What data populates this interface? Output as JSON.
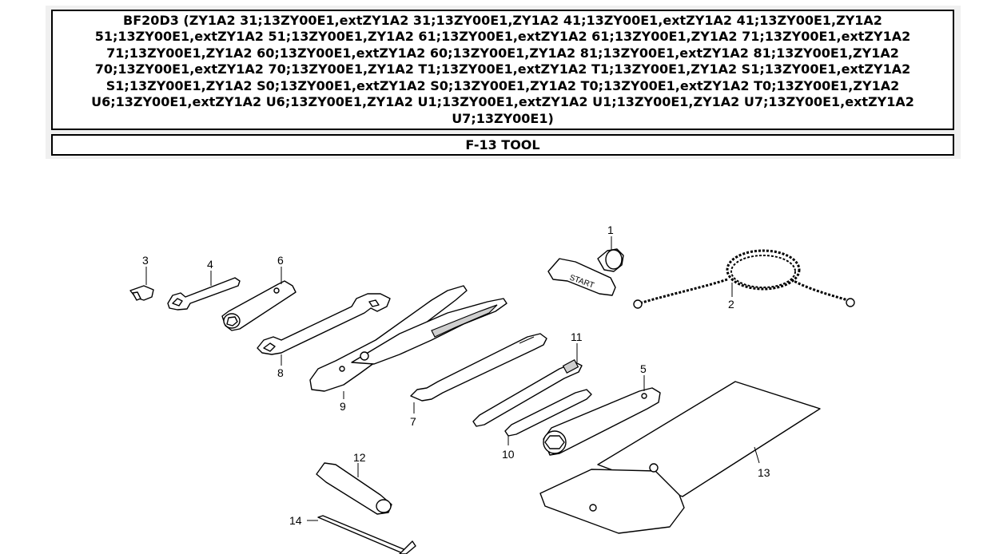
{
  "header": {
    "model_title": "BF20D3 (ZY1A2 31;13ZY00E1,extZY1A2 31;13ZY00E1,ZY1A2 41;13ZY00E1,extZY1A2 41;13ZY00E1,ZY1A2 51;13ZY00E1,extZY1A2 51;13ZY00E1,ZY1A2 61;13ZY00E1,extZY1A2 61;13ZY00E1,ZY1A2 71;13ZY00E1,extZY1A2 71;13ZY00E1,ZY1A2 60;13ZY00E1,extZY1A2 60;13ZY00E1,ZY1A2 81;13ZY00E1,extZY1A2 81;13ZY00E1,ZY1A2 70;13ZY00E1,extZY1A2 70;13ZY00E1,ZY1A2 T1;13ZY00E1,extZY1A2 T1;13ZY00E1,ZY1A2 S1;13ZY00E1,extZY1A2 S1;13ZY00E1,ZY1A2 S0;13ZY00E1,extZY1A2 S0;13ZY00E1,ZY1A2 T0;13ZY00E1,extZY1A2 T0;13ZY00E1,ZY1A2 U6;13ZY00E1,extZY1A2 U6;13ZY00E1,ZY1A2 U1;13ZY00E1,extZY1A2 U1;13ZY00E1,ZY1A2 U7;13ZY00E1,extZY1A2 U7;13ZY00E1)",
    "section_title": "F-13 TOOL"
  },
  "diagram": {
    "callouts": [
      "1",
      "2",
      "3",
      "4",
      "5",
      "6",
      "7",
      "8",
      "9",
      "10",
      "11",
      "12",
      "13",
      "14"
    ],
    "handle_text": "START"
  }
}
